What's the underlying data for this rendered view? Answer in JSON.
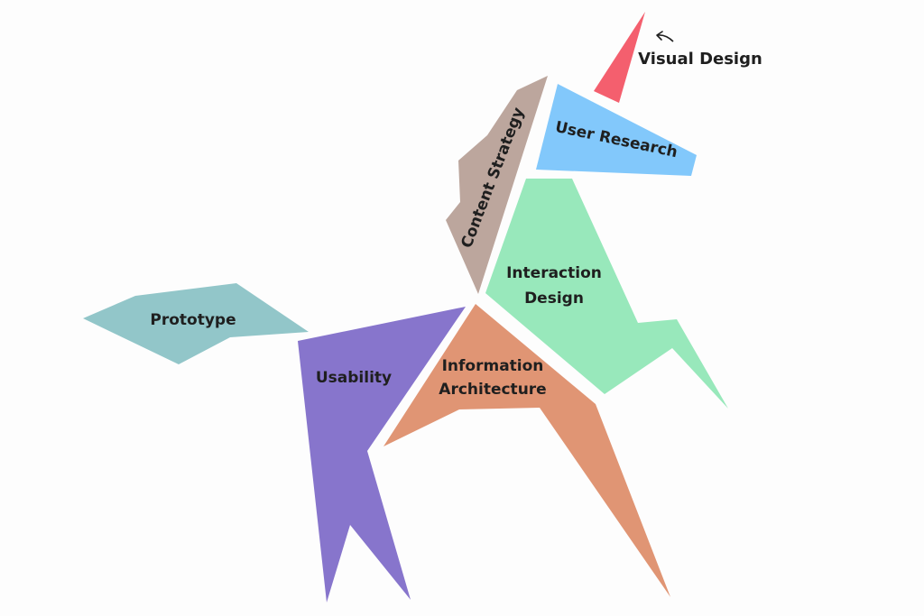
{
  "diagram": {
    "type": "origami-unicorn-skill-map",
    "regions": {
      "visual_design": {
        "label": "Visual Design",
        "color": "#f45f6e"
      },
      "user_research": {
        "label": "User Research",
        "color": "#82c8fb"
      },
      "content_strategy": {
        "label": "Content Strategy",
        "color": "#bca69d"
      },
      "interaction_design": {
        "label_line1": "Interaction",
        "label_line2": "Design",
        "color": "#98e8bb"
      },
      "information_architecture": {
        "label_line1": "Information",
        "label_line2": "Architecture",
        "color": "#e09574"
      },
      "usability": {
        "label": "Usability",
        "color": "#8775cc"
      },
      "prototype": {
        "label": "Prototype",
        "color": "#92c6c9"
      }
    },
    "callout_arrow_color": "#1f1f1f"
  }
}
